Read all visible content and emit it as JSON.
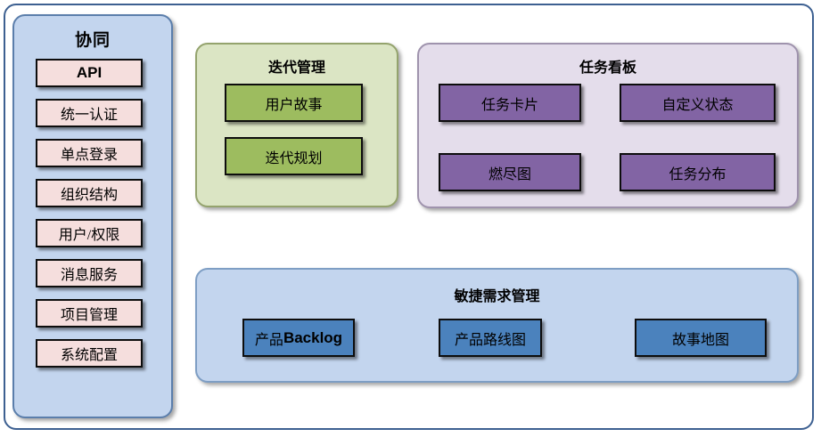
{
  "diagram": {
    "sidebar": {
      "title": "协同",
      "items": [
        {
          "label": "API",
          "style": "bold"
        },
        {
          "label": "统一认证",
          "style": "normal"
        },
        {
          "label": "单点登录",
          "style": "normal"
        },
        {
          "label": "组织结构",
          "style": "normal"
        },
        {
          "label": "用户/权限",
          "style": "normal"
        },
        {
          "label": "消息服务",
          "style": "normal"
        },
        {
          "label": "项目管理",
          "style": "normal"
        },
        {
          "label": "系统配置",
          "style": "normal"
        }
      ],
      "colors": {
        "panel": "#c3d5ee",
        "border": "#5b7eab",
        "item": "#f5dedd"
      }
    },
    "iteration": {
      "title": "迭代管理",
      "items": [
        {
          "label": "用户故事"
        },
        {
          "label": "迭代规划"
        }
      ],
      "colors": {
        "panel": "#dbe5c4",
        "border": "#94a36d",
        "item": "#9dbc5f"
      }
    },
    "taskboard": {
      "title": "任务看板",
      "items": [
        {
          "label": "任务卡片"
        },
        {
          "label": "自定义状态"
        },
        {
          "label": "燃尽图"
        },
        {
          "label": "任务分布"
        }
      ],
      "colors": {
        "panel": "#e4ddeb",
        "border": "#9f93ad",
        "item": "#8264a4"
      }
    },
    "agile": {
      "title": "敏捷需求管理",
      "items": [
        {
          "label_cjk": "产品",
          "label_latin": "Backlog"
        },
        {
          "label_cjk": "产品路线图",
          "label_latin": ""
        },
        {
          "label_cjk": "故事地图",
          "label_latin": ""
        }
      ],
      "colors": {
        "panel": "#c3d5ee",
        "border": "#7e9ec4",
        "item": "#4b82bd"
      }
    },
    "frame": {
      "border_color": "#3d6091"
    }
  }
}
